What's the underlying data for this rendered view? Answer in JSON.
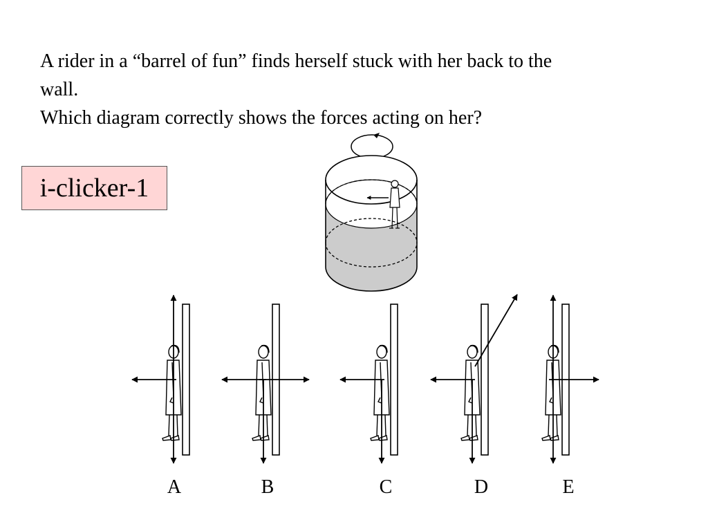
{
  "slide": {
    "question_lines": [
      "A rider in a “barrel of fun” finds herself stuck with her back to the",
      "wall.",
      "Which diagram correctly shows the forces acting on her?"
    ],
    "badge": {
      "text": "i-clicker-1",
      "background": "#ffd6d6"
    },
    "options": [
      {
        "label": "A",
        "forces": [
          "up",
          "down",
          "left"
        ]
      },
      {
        "label": "B",
        "forces": [
          "down",
          "left",
          "right"
        ]
      },
      {
        "label": "C",
        "forces": [
          "down",
          "left"
        ]
      },
      {
        "label": "D",
        "forces": [
          "up-right",
          "down",
          "left"
        ]
      },
      {
        "label": "E",
        "forces": [
          "up",
          "down",
          "right"
        ]
      }
    ],
    "colors": {
      "ink": "#000000",
      "barrel_fill": "#cccccc"
    }
  }
}
